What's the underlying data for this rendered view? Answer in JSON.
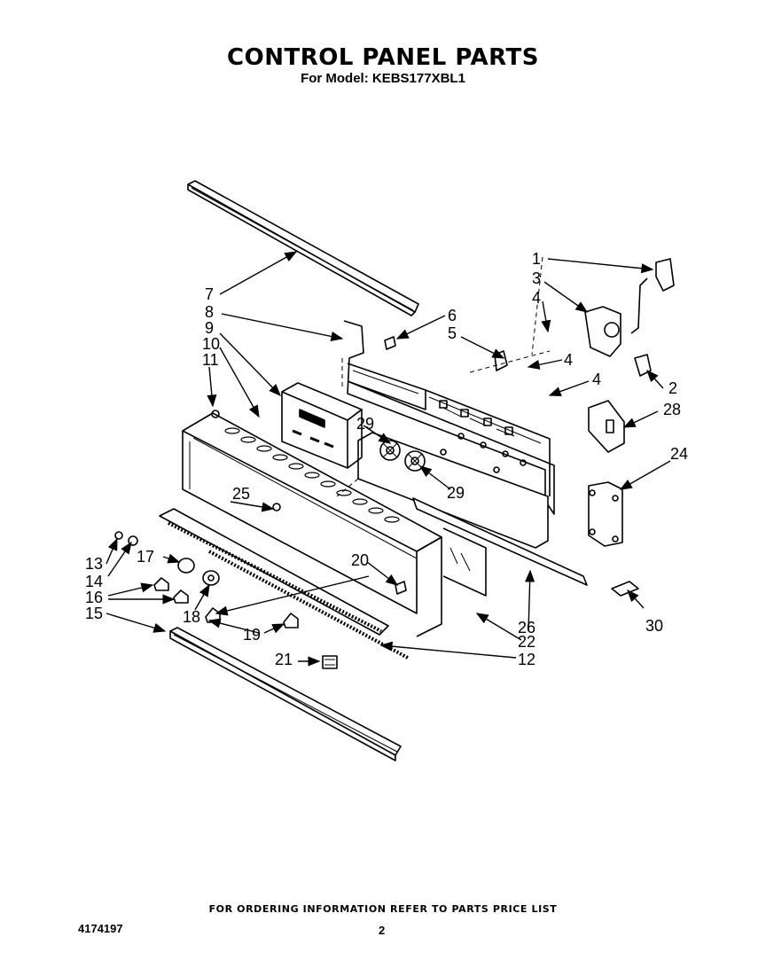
{
  "header": {
    "title": "CONTROL PANEL PARTS",
    "subtitle": "For Model: KEBS177XBL1"
  },
  "footer": {
    "ordering_note": "FOR ORDERING INFORMATION REFER TO PARTS PRICE LIST",
    "document_number": "4174197",
    "page_number": "2"
  },
  "callouts": [
    "1",
    "2",
    "3",
    "4",
    "4",
    "4",
    "5",
    "6",
    "7",
    "8",
    "9",
    "10",
    "11",
    "12",
    "13",
    "14",
    "15",
    "16",
    "17",
    "18",
    "19",
    "20",
    "21",
    "22",
    "24",
    "25",
    "26",
    "28",
    "29",
    "29",
    "30"
  ]
}
